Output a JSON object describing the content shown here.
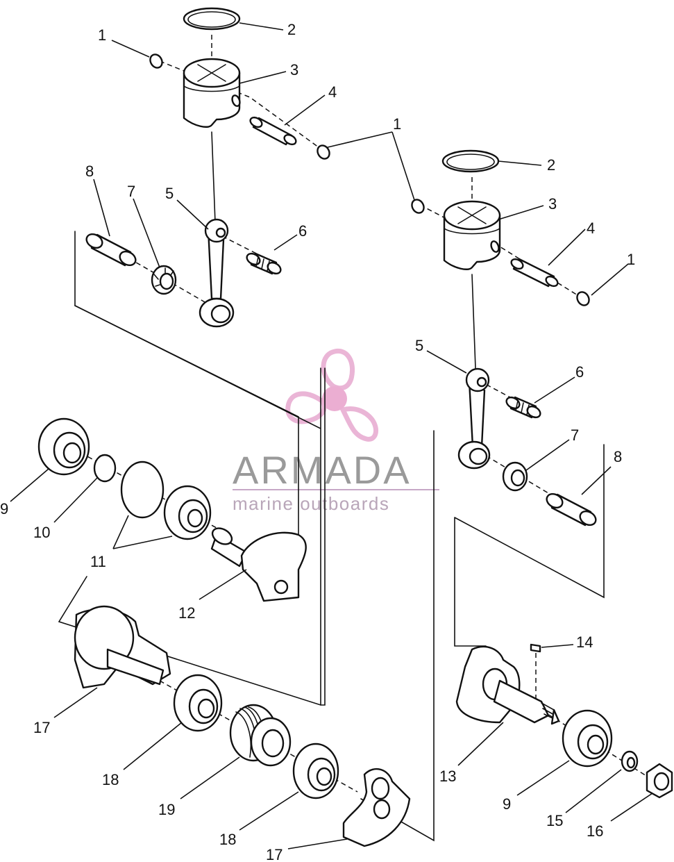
{
  "watermark": {
    "title": "ARMADA",
    "subtitle": "marine outboards",
    "logo_color": "#e7a9cf",
    "logo_hub_color": "#e8a0cb",
    "title_color": "#9a9a9a"
  },
  "callouts": [
    {
      "id": "c1a",
      "text": "1"
    },
    {
      "id": "c2a",
      "text": "2"
    },
    {
      "id": "c3a",
      "text": "3"
    },
    {
      "id": "c4a",
      "text": "4"
    },
    {
      "id": "c1b",
      "text": "1"
    },
    {
      "id": "c2b",
      "text": "2"
    },
    {
      "id": "c3b",
      "text": "3"
    },
    {
      "id": "c4b",
      "text": "4"
    },
    {
      "id": "c1c",
      "text": "1"
    },
    {
      "id": "c8a",
      "text": "8"
    },
    {
      "id": "c7a",
      "text": "7"
    },
    {
      "id": "c5a",
      "text": "5"
    },
    {
      "id": "c6a",
      "text": "6"
    },
    {
      "id": "c5b",
      "text": "5"
    },
    {
      "id": "c6b",
      "text": "6"
    },
    {
      "id": "c7b",
      "text": "7"
    },
    {
      "id": "c8b",
      "text": "8"
    },
    {
      "id": "c9a",
      "text": "9"
    },
    {
      "id": "c10",
      "text": "10"
    },
    {
      "id": "c11",
      "text": "11"
    },
    {
      "id": "c12",
      "text": "12"
    },
    {
      "id": "c13",
      "text": "13"
    },
    {
      "id": "c14",
      "text": "14"
    },
    {
      "id": "c9b",
      "text": "9"
    },
    {
      "id": "c15",
      "text": "15"
    },
    {
      "id": "c16",
      "text": "16"
    },
    {
      "id": "c17a",
      "text": "17"
    },
    {
      "id": "c18a",
      "text": "18"
    },
    {
      "id": "c19",
      "text": "19"
    },
    {
      "id": "c18b",
      "text": "18"
    },
    {
      "id": "c17b",
      "text": "17"
    }
  ]
}
